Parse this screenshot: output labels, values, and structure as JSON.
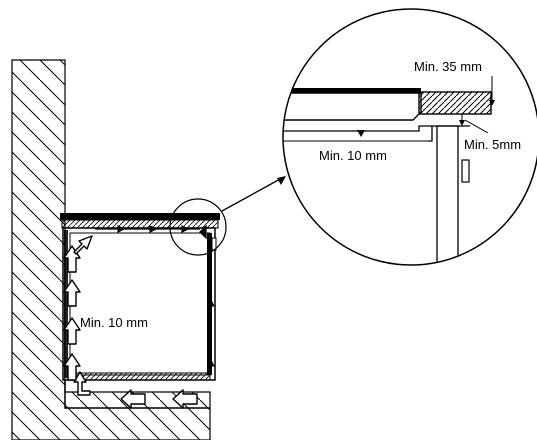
{
  "labels": {
    "min_10mm_cabinet": "Min. 10 mm",
    "min_35mm": "Min. 35 mm",
    "min_10mm_detail": "Min. 10 mm",
    "min_5mm": "Min. 5mm"
  },
  "colors": {
    "line": "#000000",
    "background": "#ffffff"
  },
  "icons": {
    "airflow_arrow": "hollow-arrow"
  }
}
